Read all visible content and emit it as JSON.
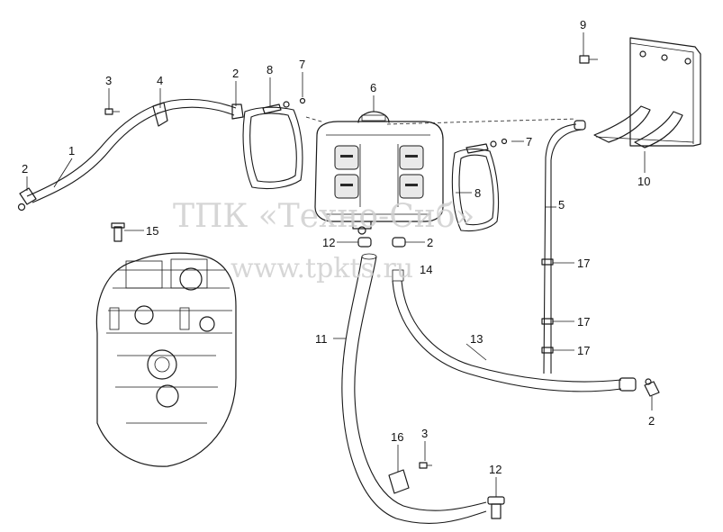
{
  "watermark": {
    "line1": "ТПК «Техно-Сиб»",
    "line2": "www.tpkts.ru"
  },
  "callouts": [
    {
      "id": "c1",
      "text": "1"
    },
    {
      "id": "c2a",
      "text": "2"
    },
    {
      "id": "c3a",
      "text": "3"
    },
    {
      "id": "c4",
      "text": "4"
    },
    {
      "id": "c2b",
      "text": "2"
    },
    {
      "id": "c8a",
      "text": "8"
    },
    {
      "id": "c7a",
      "text": "7"
    },
    {
      "id": "c6",
      "text": "6"
    },
    {
      "id": "c9",
      "text": "9"
    },
    {
      "id": "c7b",
      "text": "7"
    },
    {
      "id": "c8b",
      "text": "8"
    },
    {
      "id": "c10",
      "text": "10"
    },
    {
      "id": "c5",
      "text": "5"
    },
    {
      "id": "c15",
      "text": "15"
    },
    {
      "id": "c12a",
      "text": "12"
    },
    {
      "id": "c2c",
      "text": "2"
    },
    {
      "id": "c14",
      "text": "14"
    },
    {
      "id": "c17a",
      "text": "17"
    },
    {
      "id": "c17b",
      "text": "17"
    },
    {
      "id": "c17c",
      "text": "17"
    },
    {
      "id": "c11",
      "text": "11"
    },
    {
      "id": "c13",
      "text": "13"
    },
    {
      "id": "c2d",
      "text": "2"
    },
    {
      "id": "c16",
      "text": "16"
    },
    {
      "id": "c3b",
      "text": "3"
    },
    {
      "id": "c12b",
      "text": "12"
    }
  ]
}
